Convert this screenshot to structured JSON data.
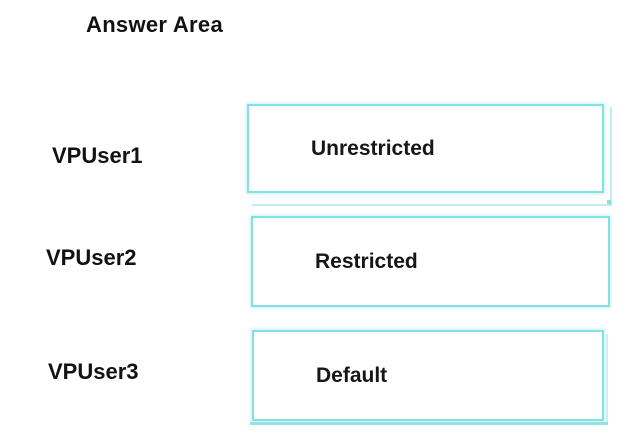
{
  "title": "Answer Area",
  "colors": {
    "background": "#ffffff",
    "box_border": "#84e1e3",
    "text": "#121212"
  },
  "rows": [
    {
      "label": "VPUser1",
      "value": "Unrestricted"
    },
    {
      "label": "VPUser2",
      "value": "Restricted"
    },
    {
      "label": "VPUser3",
      "value": "Default"
    }
  ]
}
